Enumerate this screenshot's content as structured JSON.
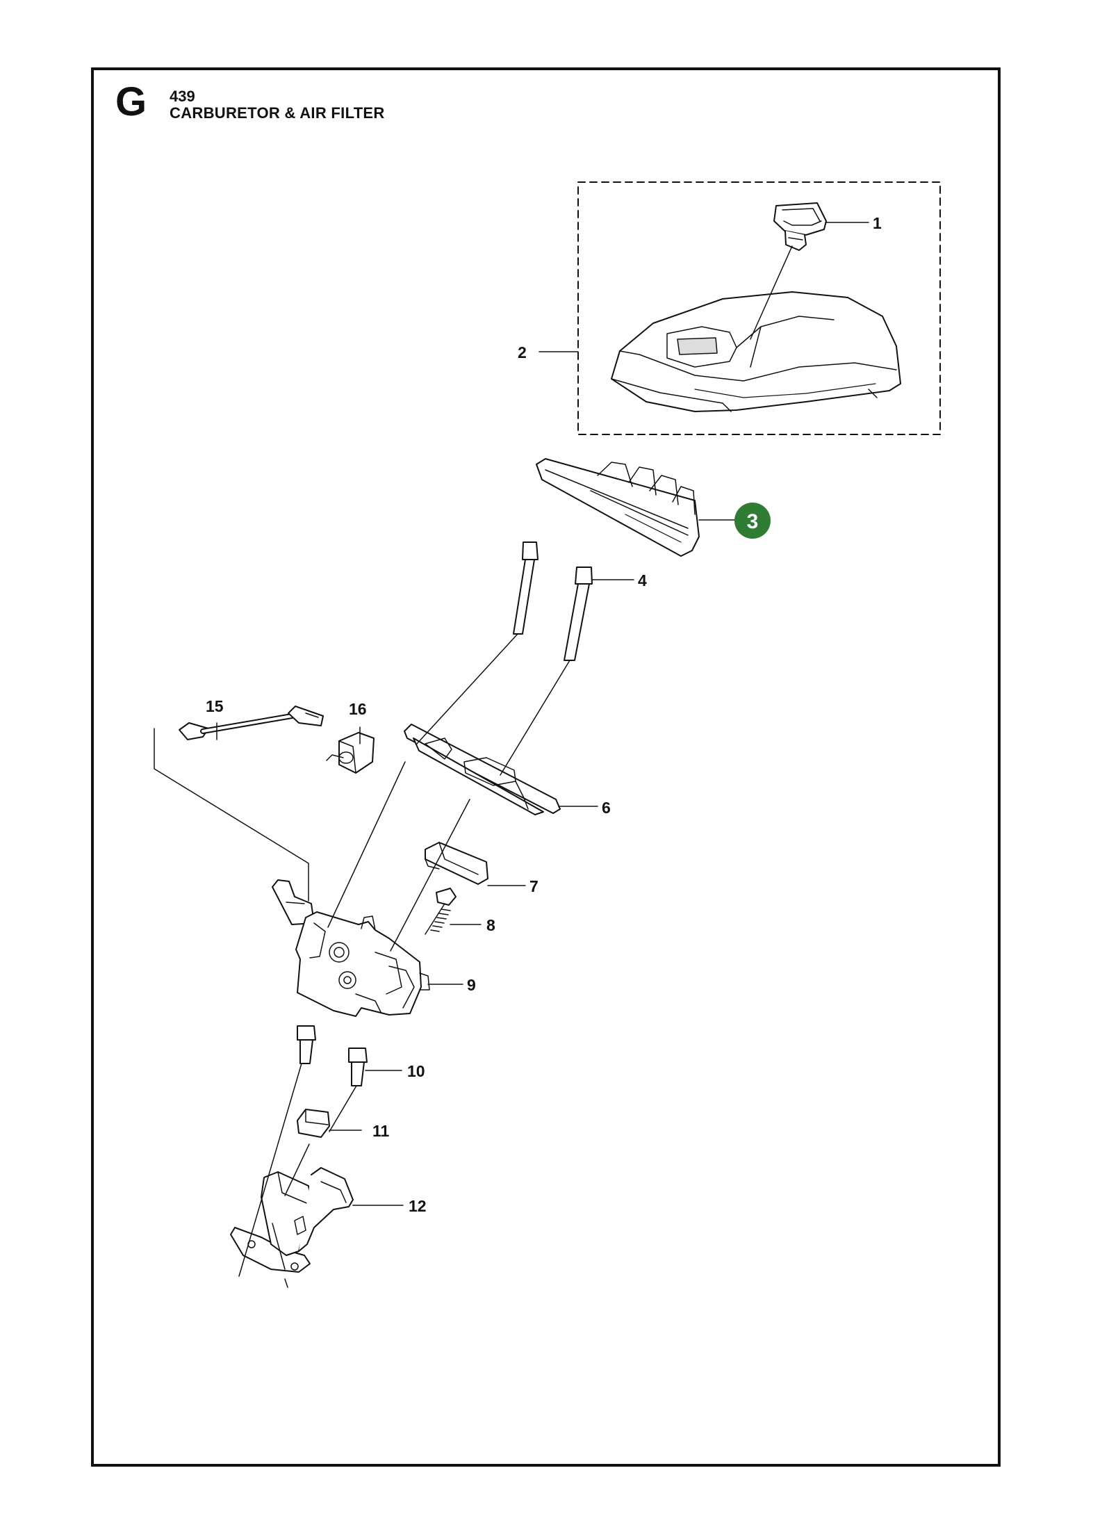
{
  "header": {
    "section_letter": "G",
    "model": "439",
    "title": "CARBURETOR & AIR FILTER"
  },
  "callouts": [
    {
      "id": "1",
      "label": "1",
      "part": "knob"
    },
    {
      "id": "2",
      "label": "2",
      "part": "air-filter-cover"
    },
    {
      "id": "3",
      "label": "3",
      "part": "air-filter",
      "highlighted": true
    },
    {
      "id": "4",
      "label": "4",
      "part": "long-screw"
    },
    {
      "id": "6",
      "label": "6",
      "part": "filter-holder"
    },
    {
      "id": "7",
      "label": "7",
      "part": "gasket-bracket"
    },
    {
      "id": "8",
      "label": "8",
      "part": "adjusting-screw-spring"
    },
    {
      "id": "9",
      "label": "9",
      "part": "carburetor"
    },
    {
      "id": "10",
      "label": "10",
      "part": "short-screw"
    },
    {
      "id": "11",
      "label": "11",
      "part": "seal"
    },
    {
      "id": "12",
      "label": "12",
      "part": "intake-manifold"
    },
    {
      "id": "15",
      "label": "15",
      "part": "throttle-rod"
    },
    {
      "id": "16",
      "label": "16",
      "part": "clip"
    }
  ],
  "colors": {
    "highlight": "#2e7d32",
    "ink": "#111111"
  }
}
